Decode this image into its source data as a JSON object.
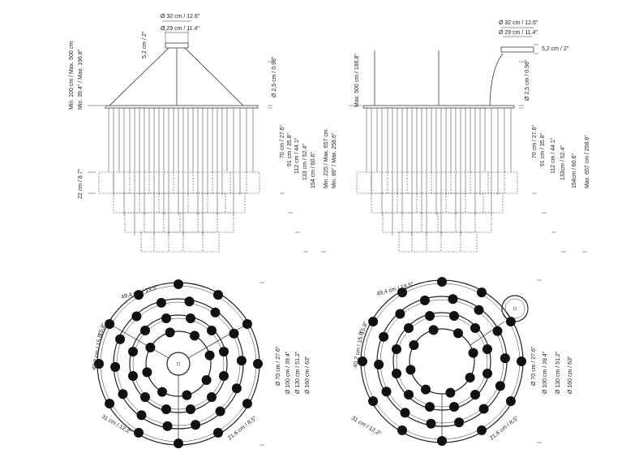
{
  "left_elevation": {
    "canopy_outer": "Ø 32 cm / 12.6\"",
    "canopy_inner": "Ø 29 cm / 11.4\"",
    "canopy_height": "5,2 cm / 2\"",
    "cable_range": "Min. 100 cm / Max. 500 cm",
    "cable_range_in": "Min. 39.4\" / Max. 196.8\"",
    "ring_thickness": "Ø 2,5 cm / 0.98\"",
    "shade_height": "22 cm / 8.7\"",
    "tier_drop_1": "70 cm / 27.6\"",
    "tier_drop_2": "91 cm / 35.8\"",
    "tier_drop_3": "112 cm / 44.1\"",
    "tier_drop_4": "133 cm / 52.4\"",
    "tier_drop_5": "154 cm / 60.6\"",
    "total_range": "Min. 225 / Max. 657 cm",
    "total_range_in": "Min. 89\" / Max. 258.6\""
  },
  "right_elevation": {
    "canopy_outer": "Ø 32 cm / 12.6\"",
    "canopy_inner": "Ø 29 cm / 11.4\"",
    "canopy_height": "5,2 cm / 2\"",
    "cable_max": "Max. 500 cm / 196.8\"",
    "ring_thickness": "Ø 2,5 cm / 0.98\"",
    "tier_drop_1": "70 cm / 27.6\"",
    "tier_drop_2": "91 cm / 35.8\"",
    "tier_drop_3": "112 cm / 44.1\"",
    "tier_drop_4": "133cm / 52.4\"",
    "tier_drop_5": "154cm / 60.6\"",
    "total_max": "Max. 657 cm / 258.6\""
  },
  "left_plan": {
    "arc_top": "49,4 cm / 19,5\"",
    "arc_left_upper": "15,8\"",
    "arc_left": "40,2 cm / 15,8\"",
    "arc_bottom_left": "31 cm / 12,2\"",
    "arc_bottom_right": "21,6 cm / 8,5\"",
    "ring_diameters": [
      "Ø 70 cm / 27.6\"",
      "Ø 100 cm / 39.4\"",
      "Ø 130 cm / 51.2\"",
      "Ø 160 cm / 63\""
    ]
  },
  "right_plan": {
    "arc_top": "49,4 cm / 19,5\"",
    "arc_left_upper": "15,8\"",
    "arc_left": "40,2 cm / 15,8\"",
    "arc_bottom_left": "31 cm / 12,2\"",
    "arc_bottom_right": "21,6 cm / 8,5\"",
    "ring_diameters": [
      "Ø 70 cm / 27.6\"",
      "Ø 100 cm / 39.4\"",
      "Ø 130 cm / 51.2\"",
      "Ø 160 cm / 63\""
    ]
  }
}
